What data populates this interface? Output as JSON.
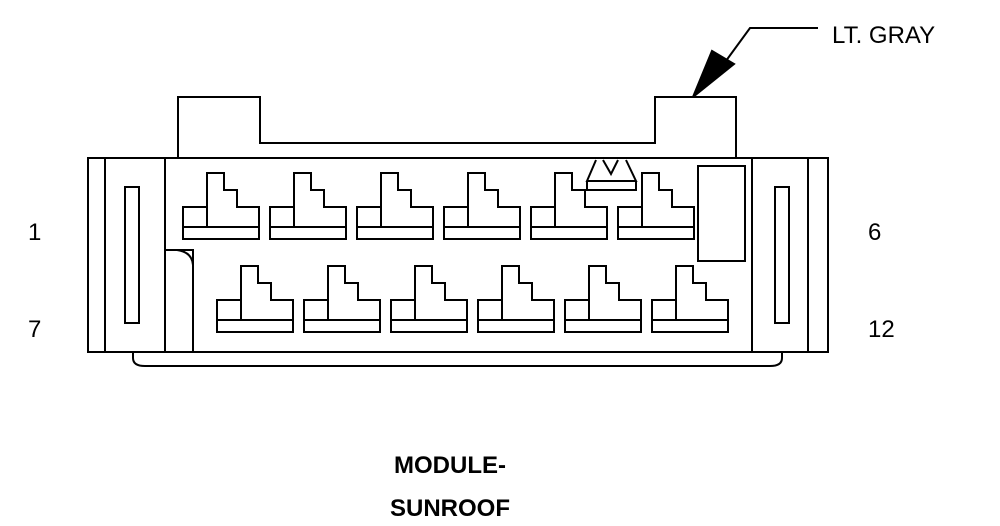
{
  "connector": {
    "color_label": "LT. GRAY",
    "pin_labels": {
      "top_left": "1",
      "top_right": "6",
      "bottom_left": "7",
      "bottom_right": "12"
    },
    "cavities_per_row": 6,
    "rows": 2
  },
  "title": {
    "line1": "MODULE-",
    "line2": "SUNROOF"
  },
  "colors": {
    "line": "#000000",
    "background": "#ffffff"
  }
}
